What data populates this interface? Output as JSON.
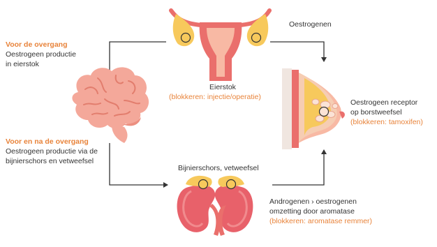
{
  "left_top": {
    "heading": "Voor de overgang",
    "line1": "Oestrogeen productie",
    "line2": "in eierstok"
  },
  "left_bottom": {
    "heading": "Voor en na de overgang",
    "line1": "Oestrogeen productie via de",
    "line2": "bijnierschors en vetweefsel"
  },
  "top_right_label": "Oestrogenen",
  "ovary": {
    "label": "Eierstok",
    "block": "(blokkeren: injectie/operatie)"
  },
  "breast": {
    "line1": "Oestrogeen receptor",
    "line2": "op borstweefsel",
    "block": "(blokkeren: tamoxifen)"
  },
  "adrenal": {
    "label": "Bijnierschors, vetweefsel"
  },
  "aromatase": {
    "line1": "Androgenen › oestrogenen",
    "line2": "omzetting door aromatase",
    "block": "(blokkeren: aromatase remmer)"
  },
  "colors": {
    "accent_orange": "#e8833a",
    "organ_pink": "#ea6f6c",
    "organ_light": "#f8b9a4",
    "kidney_red": "#e8616a",
    "fat_yellow": "#f7c95c",
    "skin": "#f6cdb3",
    "arrow": "#333333"
  },
  "icons": [
    "brain-icon",
    "uterus-icon",
    "breast-icon",
    "kidneys-icon"
  ]
}
